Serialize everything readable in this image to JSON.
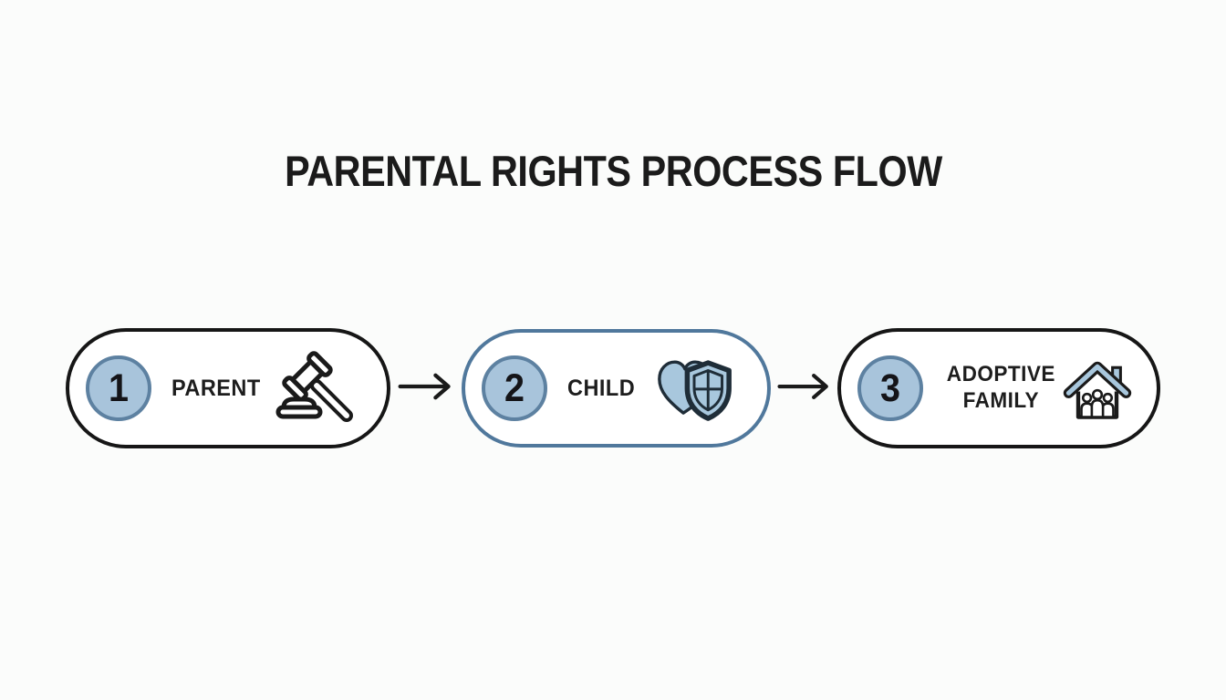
{
  "title": "PARENTAL RIGHTS PROCESS FLOW",
  "colors": {
    "background": "#fbfcfb",
    "title_text": "#1b1b1b",
    "box_border_dark": "#161616",
    "box_border_blue": "#50789c",
    "circle_fill": "#a8c4db",
    "circle_border": "#5d81a1",
    "label_text": "#1d1d1d",
    "icon_blue": "#a8c7dd",
    "icon_dark": "#1f2d38",
    "arrow": "#1a1a1a"
  },
  "steps": [
    {
      "number": "1",
      "label": "PARENT",
      "icon": "gavel-icon"
    },
    {
      "number": "2",
      "label": "CHILD",
      "icon": "heart-shield-icon"
    },
    {
      "number": "3",
      "label": "ADOPTIVE FAMILY",
      "icon": "house-family-icon"
    }
  ],
  "connectors": [
    {
      "icon": "right-arrow-icon"
    },
    {
      "icon": "right-arrow-icon"
    }
  ]
}
